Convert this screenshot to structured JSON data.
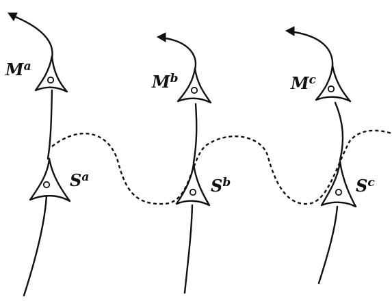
{
  "labels": {
    "motor_a": {
      "letter": "M",
      "sup": "a"
    },
    "motor_b": {
      "letter": "M",
      "sup": "b"
    },
    "motor_c": {
      "letter": "M",
      "sup": "c"
    },
    "sensory_a": {
      "letter": "S",
      "sup": "a"
    },
    "sensory_b": {
      "letter": "S",
      "sup": "b"
    },
    "sensory_c": {
      "letter": "S",
      "sup": "c"
    }
  }
}
